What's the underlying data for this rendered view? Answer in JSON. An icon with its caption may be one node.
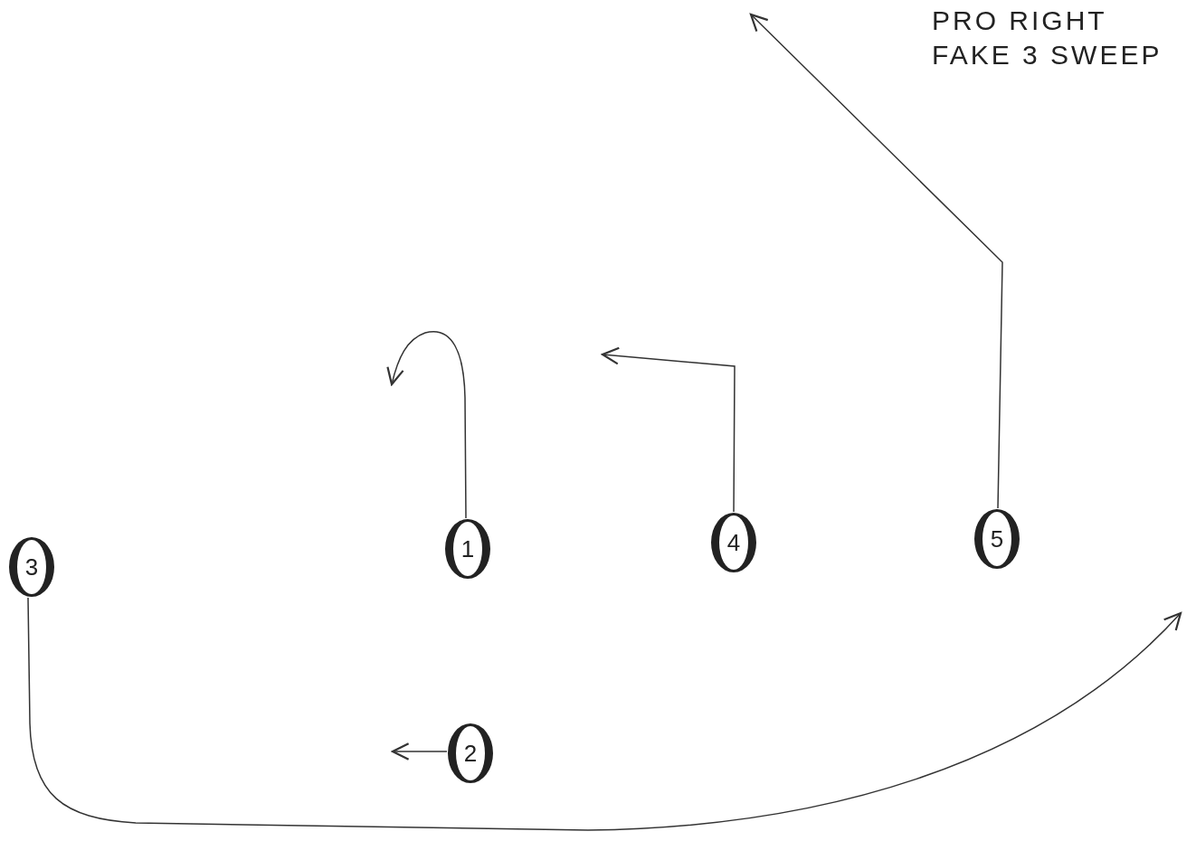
{
  "diagram": {
    "title": "PRO RIGHT FAKE 3 SWEEP",
    "nodes": [
      {
        "text": [
          "3"
        ]
      },
      {
        "text": [
          "1"
        ]
      },
      {
        "text": [
          "4"
        ]
      },
      {
        "text": [
          "5"
        ]
      },
      {
        "text": [
          "2"
        ]
      }
    ],
    "edges": [
      {
        "from": 0,
        "to": null,
        "arrow": "to"
      },
      {
        "from": 1,
        "to": null,
        "arrow": "to"
      },
      {
        "from": 2,
        "to": null,
        "arrow": "to"
      },
      {
        "from": 3,
        "to": null,
        "arrow": "to"
      },
      {
        "from": 4,
        "to": null,
        "arrow": "to"
      }
    ]
  }
}
